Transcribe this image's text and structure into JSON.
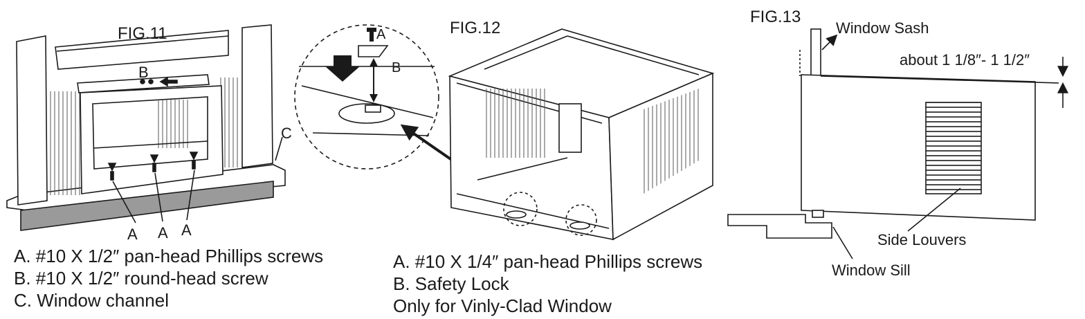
{
  "fig11": {
    "title": "FIG.11",
    "labels": {
      "a1": "A",
      "a2": "A",
      "a3": "A",
      "b": "B",
      "c": "C"
    },
    "legend": [
      "A.  #10 X 1/2″ pan-head Phillips screws",
      "B.  #10 X 1/2″ round-head screw",
      "C.  Window channel"
    ]
  },
  "fig12": {
    "title": "FIG.12",
    "labels": {
      "a": "A",
      "b": "B"
    },
    "legend": [
      "A.  #10 X 1/4″ pan-head Phillips screws",
      "B.  Safety Lock",
      "Only for Vinly-Clad Window"
    ]
  },
  "fig13": {
    "title": "FIG.13",
    "labels": {
      "sash": "Window Sash",
      "measure": "about 1 1/8″- 1 1/2″",
      "louvers": "Side Louvers",
      "sill": "Window Sill"
    }
  }
}
